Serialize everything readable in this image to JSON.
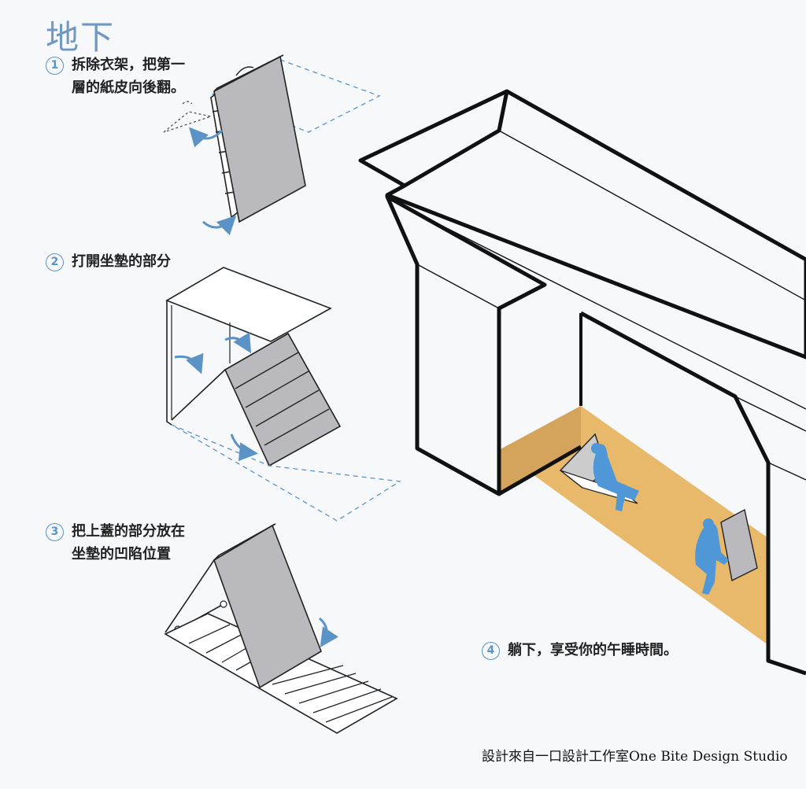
{
  "title": "地下",
  "steps": [
    {
      "num": "1",
      "line1": "拆除衣架，把第一",
      "line2": "層的紙皮向後翻。"
    },
    {
      "num": "2",
      "line1": "打開坐墊的部分",
      "line2": ""
    },
    {
      "num": "3",
      "line1": "把上蓋的部分放在",
      "line2": "坐墊的凹陷位置"
    },
    {
      "num": "4",
      "line1": "躺下，享受你的午睡時間。",
      "line2": ""
    }
  ],
  "credit": "設計來自一口設計工作室One Bite Design Studio",
  "colors": {
    "accent": "#5b93c7",
    "panel": "#b9b9be",
    "floor": "#e8b96a",
    "floor_shadow": "#d4a45c",
    "figure": "#4f97d6",
    "ink": "#111111"
  }
}
